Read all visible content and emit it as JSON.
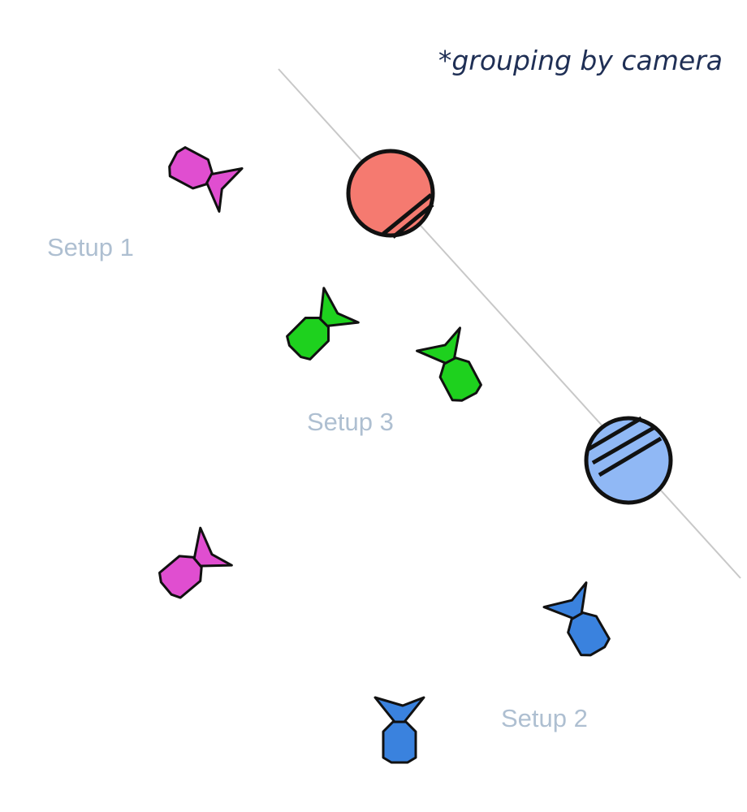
{
  "note": "*grouping by camera",
  "setups": [
    {
      "label": "Setup 1"
    },
    {
      "label": "Setup 3"
    },
    {
      "label": "Setup 2"
    }
  ],
  "colors": {
    "setup_1": "#e04ed0",
    "setup_3": "#1ed11e",
    "setup_2": "#3a82de",
    "actor_a": "#f57a70",
    "actor_b": "#90b8f5",
    "line_of_action": "#c8c8c8",
    "outline": "#111111"
  },
  "icons": [
    "camera-icon",
    "actor-icon",
    "line-of-action"
  ]
}
